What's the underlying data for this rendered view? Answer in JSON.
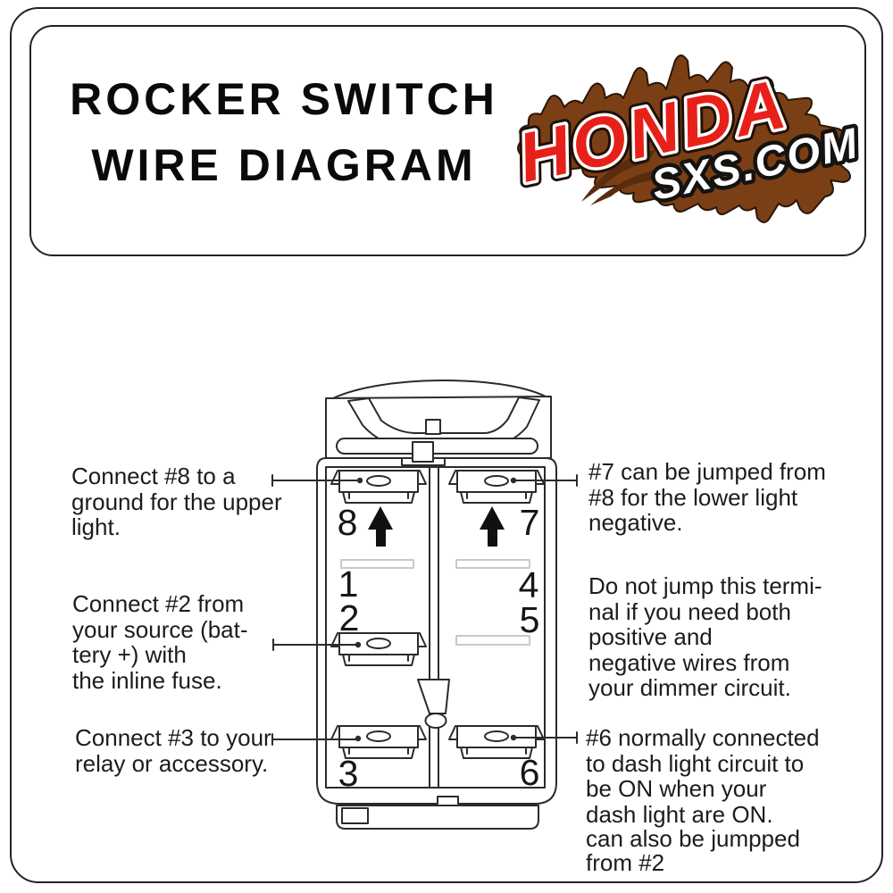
{
  "theme": {
    "line_color": "#2b2b2b",
    "brand_red": "#e8201a",
    "mud_brown": "#7b3f15",
    "wing_brown": "#5a2c0e",
    "slot_gray": "#c9c9c9",
    "text_color": "#1c1c1c"
  },
  "header": {
    "title_line1": "ROCKER SWITCH",
    "title_line2": "WIRE DIAGRAM"
  },
  "logo": {
    "brand": "HONDA",
    "site": "SXS.COM"
  },
  "pins": {
    "p8": "8",
    "p7": "7",
    "p1": "1",
    "p4": "4",
    "p2": "2",
    "p5": "5",
    "p3": "3",
    "p6": "6"
  },
  "notes": {
    "left_top": "Connect #8 to a\nground for the upper\nlight.",
    "left_mid": "Connect #2 from\nyour source (bat-\ntery +) with\nthe inline fuse.",
    "left_bottom": "Connect #3 to your\nrelay or accessory.",
    "right_top": "#7 can be jumped from\n#8 for the lower light\nnegative.",
    "right_mid": "Do not jump this termi-\nnal if you need both\npositive and\nnegative wires from\nyour dimmer circuit.",
    "right_bottom": "#6 normally connected\nto dash light circuit to\nbe ON when your\ndash light are ON.",
    "right_bottom_extra": "can also be jumpped\nfrom #2"
  }
}
